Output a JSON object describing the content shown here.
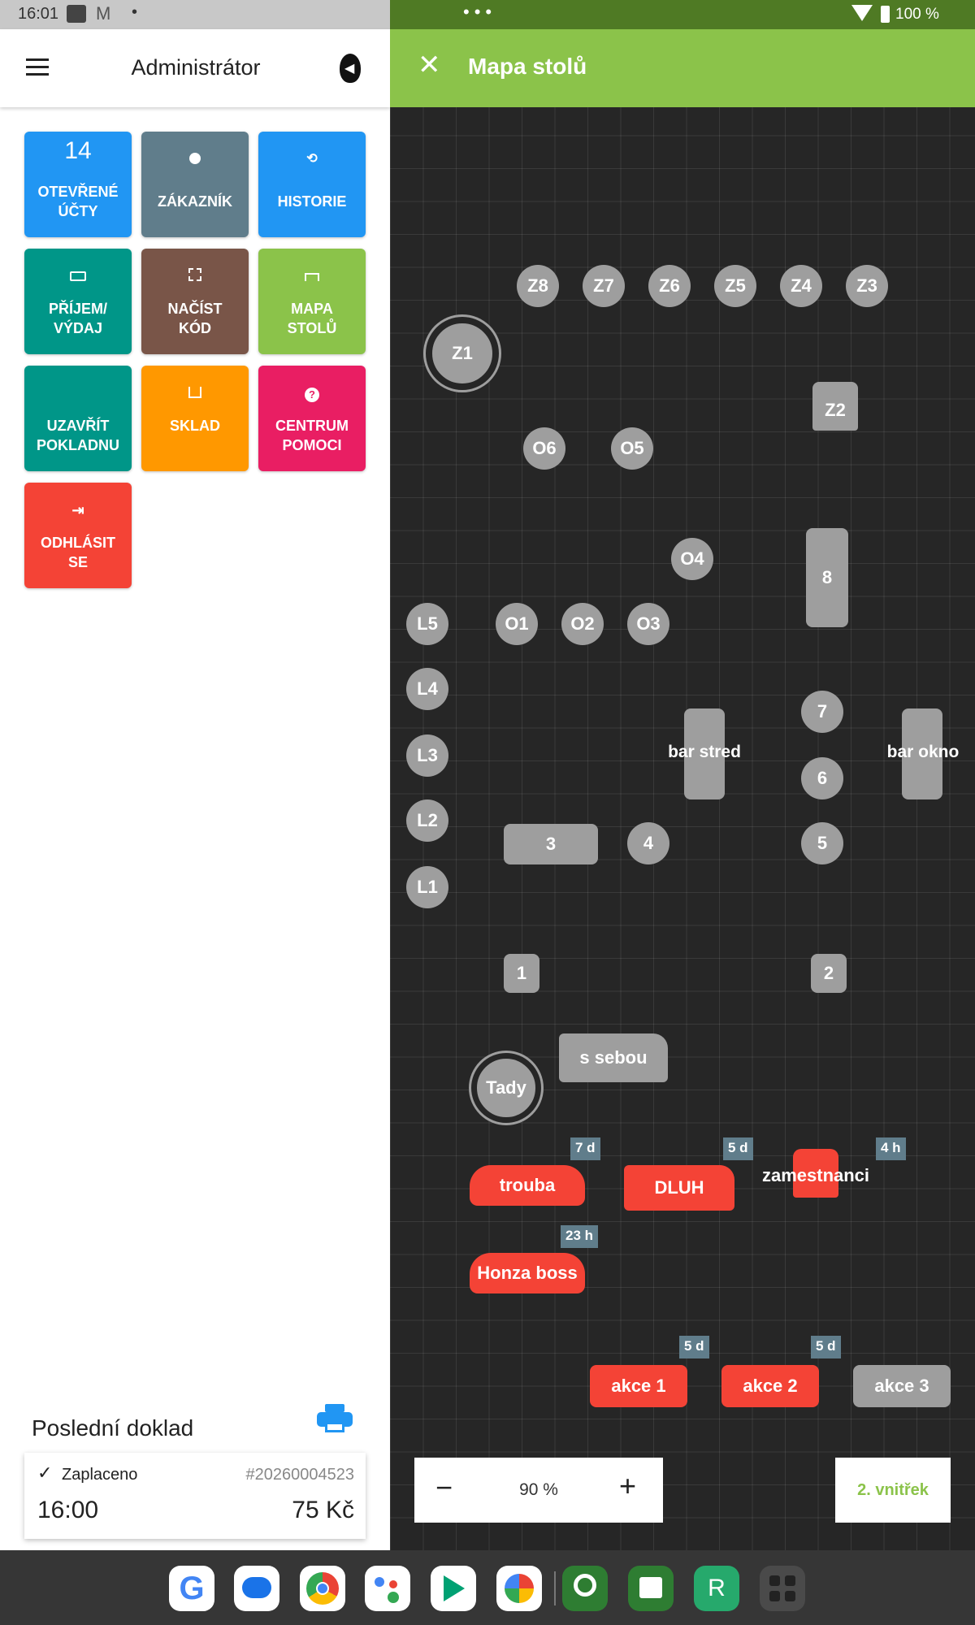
{
  "status_bar": {
    "time": "16:01",
    "battery": "100 %"
  },
  "left": {
    "title": "Administrátor",
    "tiles": [
      {
        "count": "14",
        "label1": "OTEVŘENÉ",
        "label2": "ÚČTY",
        "color": "#2196f3"
      },
      {
        "label1": "ZÁKAZNÍK",
        "color": "#607d8b",
        "icon": "person-icon"
      },
      {
        "label1": "HISTORIE",
        "color": "#2196f3",
        "icon": "history-icon"
      },
      {
        "label1": "PŘÍJEM/",
        "label2": "VÝDAJ",
        "color": "#009688",
        "icon": "money-icon"
      },
      {
        "label1": "NAČÍST",
        "label2": "KÓD",
        "color": "#795548",
        "icon": "qr-icon"
      },
      {
        "label1": "MAPA",
        "label2": "STOLŮ",
        "color": "#8bc34a",
        "icon": "table-icon"
      },
      {
        "label1": "UZAVŘÍT",
        "label2": "POKLADNU",
        "color": "#009688",
        "icon": "register-icon"
      },
      {
        "label1": "SKLAD",
        "color": "#ff9800",
        "icon": "forklift-icon"
      },
      {
        "label1": "CENTRUM",
        "label2": "POMOCI",
        "color": "#e91e63",
        "icon": "help-icon"
      },
      {
        "label1": "ODHLÁSIT",
        "label2": "SE",
        "color": "#f44336",
        "icon": "logout-icon"
      }
    ],
    "last_receipt": {
      "title": "Poslední doklad",
      "status": "Zaplaceno",
      "number": "#20260004523",
      "time": "16:00",
      "amount": "75 Kč"
    }
  },
  "right": {
    "title": "Mapa stolů",
    "tables": {
      "z8": "Z8",
      "z7": "Z7",
      "z6": "Z6",
      "z5": "Z5",
      "z4": "Z4",
      "z3": "Z3",
      "z1": "Z1",
      "z2": "Z2",
      "o6": "O6",
      "o5": "O5",
      "o4": "O4",
      "o1": "O1",
      "o2": "O2",
      "o3": "O3",
      "l5": "L5",
      "l4": "L4",
      "l3": "L3",
      "l2": "L2",
      "l1": "L1",
      "t8": "8",
      "t7": "7",
      "t6": "6",
      "t5": "5",
      "t4": "4",
      "t3": "3",
      "t2": "2",
      "t1": "1",
      "bar_stred": "bar stred",
      "bar_okno": "bar okno",
      "tady": "Tady",
      "s_sebou": "s sebou",
      "trouba": "trouba",
      "dluh": "DLUH",
      "zamestnanci": "zamestnanci",
      "honza": "Honza boss",
      "akce1": "akce 1",
      "akce2": "akce 2",
      "akce3": "akce 3"
    },
    "badges": {
      "trouba": "7 d",
      "dluh": "5 d",
      "zamestnanci": "4 h",
      "honza": "23 h",
      "akce1": "5 d",
      "akce2": "5 d"
    },
    "zoom": "90 %",
    "room": "2. vnitřek"
  },
  "colors": {
    "accent": "#8bc34a",
    "active_table": "#f44336",
    "free_table": "#9e9e9e"
  }
}
